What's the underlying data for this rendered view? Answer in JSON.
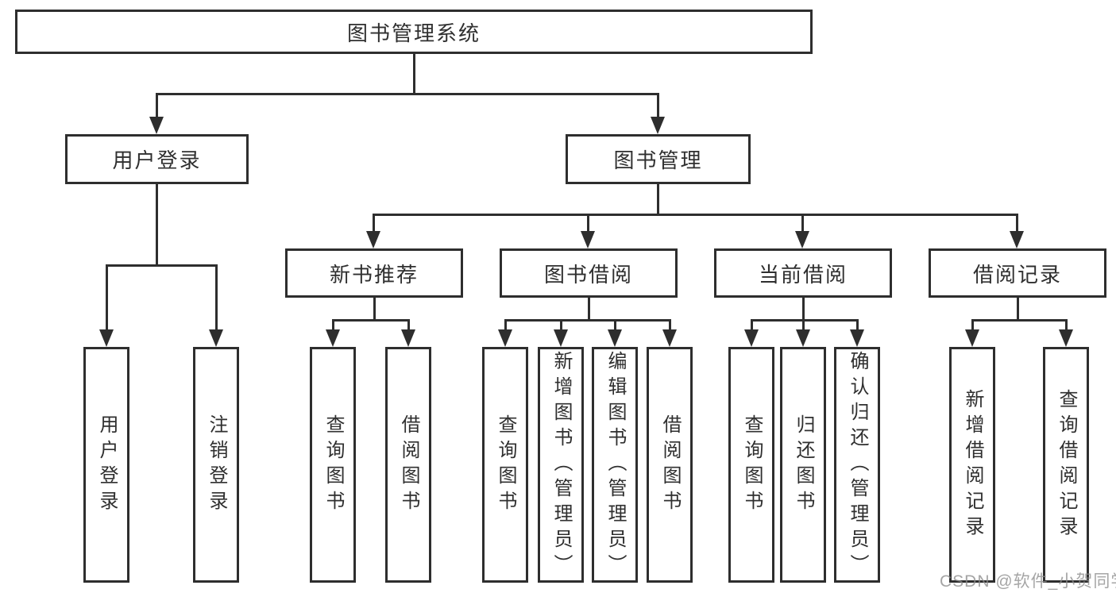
{
  "diagram": {
    "root": {
      "label": "图书管理系统"
    },
    "level2": [
      {
        "label": "用户登录",
        "children": [
          {
            "label": "用户登录"
          },
          {
            "label": "注销登录"
          }
        ]
      },
      {
        "label": "图书管理",
        "children": [
          {
            "label": "新书推荐",
            "children": [
              {
                "label": "查询图书"
              },
              {
                "label": "借阅图书"
              }
            ]
          },
          {
            "label": "图书借阅",
            "children": [
              {
                "label": "查询图书"
              },
              {
                "label": "新增图书（管理员）"
              },
              {
                "label": "编辑图书（管理员）"
              },
              {
                "label": "借阅图书"
              }
            ]
          },
          {
            "label": "当前借阅",
            "children": [
              {
                "label": "查询图书"
              },
              {
                "label": "归还图书"
              },
              {
                "label": "确认归还（管理员）"
              }
            ]
          },
          {
            "label": "借阅记录",
            "children": [
              {
                "label": "新增借阅记录"
              },
              {
                "label": "查询借阅记录"
              }
            ]
          }
        ]
      }
    ]
  },
  "watermark": {
    "text": "CSDN @软件_小贺同学"
  },
  "colors": {
    "line": "#2e2e2e",
    "text": "#2f2f2f",
    "background": "#ffffff",
    "watermark": "#8c8c8c"
  }
}
